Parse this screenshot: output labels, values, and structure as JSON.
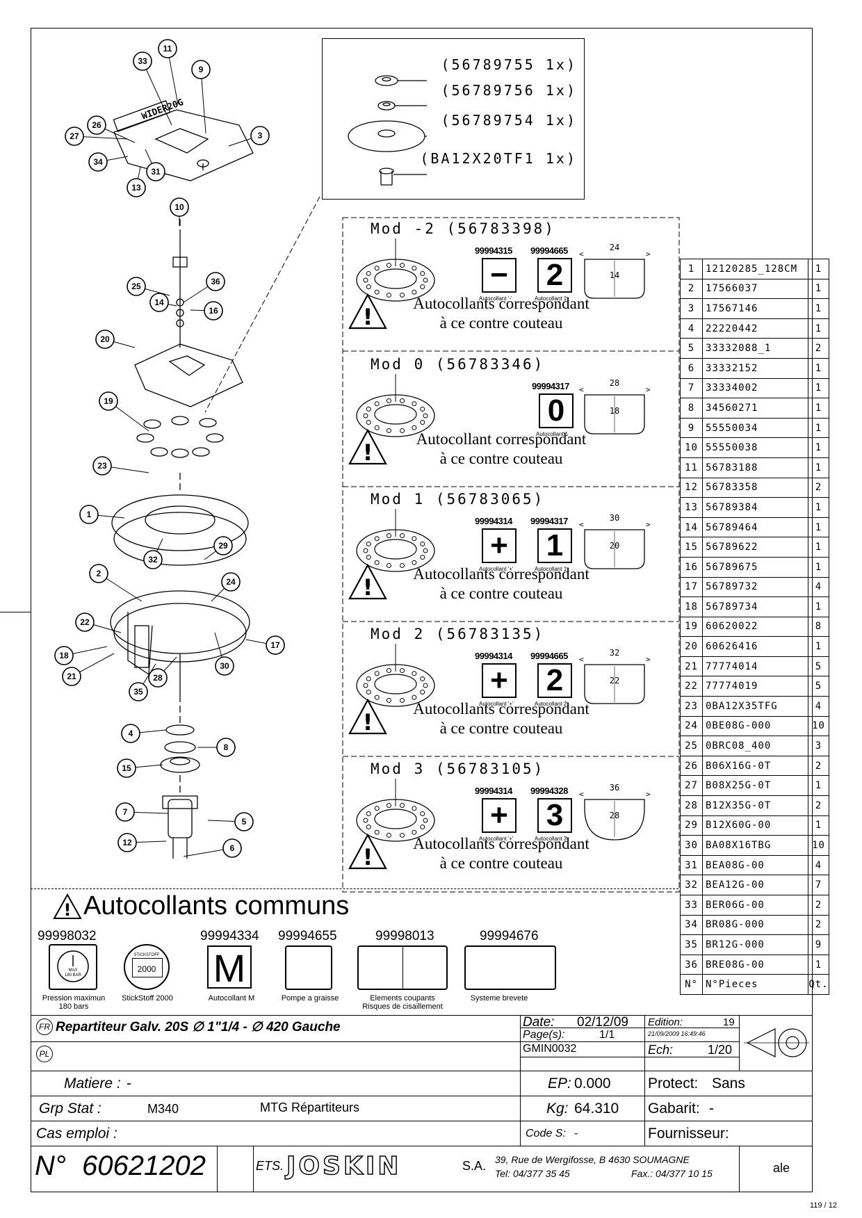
{
  "inset": {
    "labels": [
      "(56789755 1x)",
      "(56789756 1x)",
      "(56789754 1x)",
      "(BA12X20TF1 1x)"
    ]
  },
  "callouts": [
    "33",
    "11",
    "9",
    "26",
    "27",
    "3",
    "34",
    "31",
    "13",
    "10",
    "36",
    "25",
    "14",
    "16",
    "20",
    "19",
    "23",
    "1",
    "32",
    "29",
    "2",
    "24",
    "22",
    "17",
    "18",
    "21",
    "30",
    "28",
    "35",
    "4",
    "8",
    "15",
    "7",
    "5",
    "12",
    "6"
  ],
  "mods": [
    {
      "title": "Mod -2 (56783398)",
      "codes": [
        "99994315",
        "99994665"
      ],
      "stickers": [
        {
          "symbol": "−",
          "label": "Autocollant '-'"
        },
        {
          "symbol": "2",
          "label": "Autocollant 1"
        }
      ],
      "gauge": {
        "outer": "24",
        "inner": "14"
      },
      "warning": [
        "Autocollants correspondant",
        "à ce contre couteau"
      ]
    },
    {
      "title": "Mod 0 (56783346)",
      "codes": [
        "99994317"
      ],
      "stickers": [
        {
          "symbol": "0",
          "label": "Autocollant 1"
        }
      ],
      "gauge": {
        "outer": "28",
        "inner": "18"
      },
      "warning": [
        "Autocollant correspondant",
        "à ce contre couteau"
      ]
    },
    {
      "title": "Mod 1 (56783065)",
      "codes": [
        "99994314",
        "99994317"
      ],
      "stickers": [
        {
          "symbol": "+",
          "label": "Autocollant '+'"
        },
        {
          "symbol": "1",
          "label": "Autocollant 1"
        }
      ],
      "gauge": {
        "outer": "30",
        "inner": "20"
      },
      "warning": [
        "Autocollants correspondant",
        "à ce contre couteau"
      ]
    },
    {
      "title": "Mod 2 (56783135)",
      "codes": [
        "99994314",
        "99994665"
      ],
      "stickers": [
        {
          "symbol": "+",
          "label": "Autocollant '+'"
        },
        {
          "symbol": "2",
          "label": "Autocollant 2"
        }
      ],
      "gauge": {
        "outer": "32",
        "inner": "22"
      },
      "warning": [
        "Autocollants correspondant",
        "à ce contre couteau"
      ]
    },
    {
      "title": "Mod 3 (56783105)",
      "codes": [
        "99994314",
        "99994328"
      ],
      "stickers": [
        {
          "symbol": "+",
          "label": "Autocollant '+'"
        },
        {
          "symbol": "3",
          "label": "Autocollant 3"
        }
      ],
      "gauge": {
        "outer": "36",
        "inner": "28"
      },
      "warning": [
        "Autocollants correspondant",
        "à ce contre couteau"
      ]
    }
  ],
  "parts": [
    [
      "1",
      "12120285_128CM",
      "1"
    ],
    [
      "2",
      "17566037",
      "1"
    ],
    [
      "3",
      "17567146",
      "1"
    ],
    [
      "4",
      "22220442",
      "1"
    ],
    [
      "5",
      "33332088_1",
      "2"
    ],
    [
      "6",
      "33332152",
      "1"
    ],
    [
      "7",
      "33334002",
      "1"
    ],
    [
      "8",
      "34560271",
      "1"
    ],
    [
      "9",
      "55550034",
      "1"
    ],
    [
      "10",
      "55550038",
      "1"
    ],
    [
      "11",
      "56783188",
      "1"
    ],
    [
      "12",
      "56783358",
      "2"
    ],
    [
      "13",
      "56789384",
      "1"
    ],
    [
      "14",
      "56789464",
      "1"
    ],
    [
      "15",
      "56789622",
      "1"
    ],
    [
      "16",
      "56789675",
      "1"
    ],
    [
      "17",
      "56789732",
      "4"
    ],
    [
      "18",
      "56789734",
      "1"
    ],
    [
      "19",
      "60620022",
      "8"
    ],
    [
      "20",
      "60626416",
      "1"
    ],
    [
      "21",
      "77774014",
      "5"
    ],
    [
      "22",
      "77774019",
      "5"
    ],
    [
      "23",
      "0BA12X35TFG",
      "4"
    ],
    [
      "24",
      "0BE08G-000",
      "10"
    ],
    [
      "25",
      "0BRC08_400",
      "3"
    ],
    [
      "26",
      "B06X16G-0T",
      "2"
    ],
    [
      "27",
      "B08X25G-0T",
      "1"
    ],
    [
      "28",
      "B12X35G-0T",
      "2"
    ],
    [
      "29",
      "B12X60G-00",
      "1"
    ],
    [
      "30",
      "BA08X16TBG",
      "10"
    ],
    [
      "31",
      "BEA08G-00",
      "4"
    ],
    [
      "32",
      "BEA12G-00",
      "7"
    ],
    [
      "33",
      "BER06G-00",
      "2"
    ],
    [
      "34",
      "BR08G-000",
      "2"
    ],
    [
      "35",
      "BR12G-000",
      "9"
    ],
    [
      "36",
      "BRE08G-00",
      "1"
    ]
  ],
  "parts_header": {
    "n": "N°",
    "name": "N°Pieces",
    "qty": "Qt."
  },
  "common": {
    "title": "Autocollants communs",
    "items": [
      {
        "code": "99998032",
        "label": "Pression maximun\n180 bars",
        "inner_top": "MAX",
        "inner_bottom": "180 BAR"
      },
      {
        "code": "",
        "label": "StickStoff 2000",
        "inner_top": "STICKSTOFF",
        "inner_bottom": "2000"
      },
      {
        "code": "99994334",
        "label": "Autocollant M",
        "symbol": "M"
      },
      {
        "code": "99994655",
        "label": "Pompe a graisse"
      },
      {
        "code": "99998013",
        "label": "Elements coupants\nRisques de cisaillement"
      },
      {
        "code": "99994676",
        "label": "Systeme brevete"
      }
    ]
  },
  "title_block": {
    "fr_tag": "FR",
    "pl_tag": "PL",
    "description": "Repartiteur Galv. 20S ∅ 1\"1/4 - ∅ 420 Gauche",
    "date_label": "Date:",
    "date": "02/12/09",
    "pages_label": "Page(s):",
    "pages": "1/1",
    "gmin": "GMIN0032",
    "edition_label": "Edition:",
    "edition": "19",
    "edition_date": "21/09/2009 16:49:46",
    "ech_label": "Ech:",
    "ech": "1/20",
    "matiere_label": "Matiere :",
    "matiere": "-",
    "ep_label": "EP:",
    "ep": "0.000",
    "protect_label": "Protect:",
    "protect": "Sans",
    "grp_label": "Grp Stat :",
    "grp": "M340",
    "mtg": "MTG Répartiteurs",
    "kg_label": "Kg:",
    "kg": "64.310",
    "gabarit_label": "Gabarit:",
    "gabarit": "-",
    "cas_label": "Cas emploi :",
    "code_s_label": "Code S:",
    "code_s": "-",
    "fournisseur_label": "Fournisseur:",
    "n_label": "N°",
    "number": "60621202",
    "ets": "ETS.",
    "company": "JOSKIN",
    "sa": "S.A.",
    "address": "39, Rue de Wergifosse, B 4630 SOUMAGNE",
    "tel": "Tel: 04/377 35 45",
    "fax": "Fax.: 04/377 10 15",
    "lang": "ale"
  },
  "page_counter": "119 / 12"
}
